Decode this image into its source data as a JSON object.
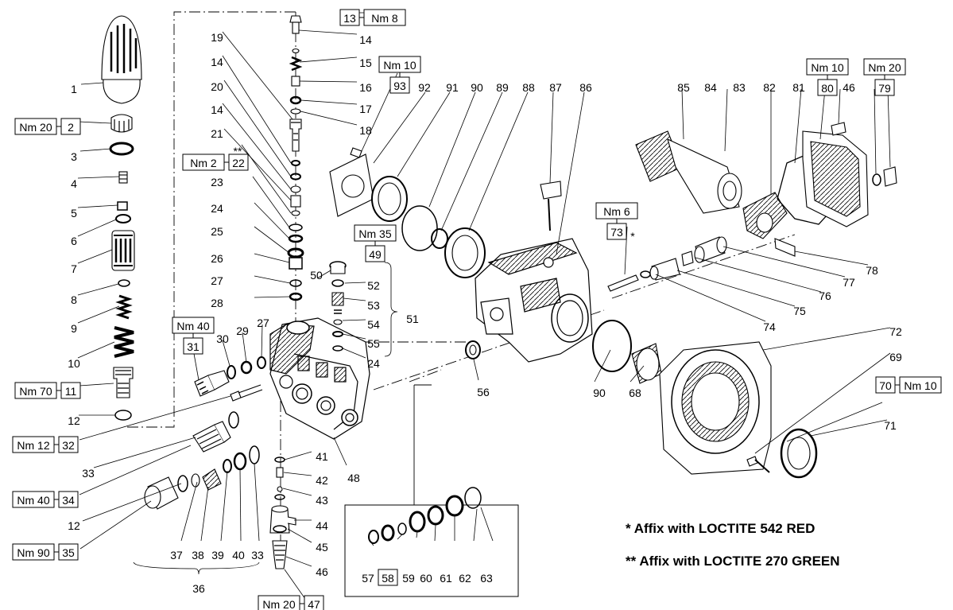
{
  "notes": {
    "red": "* Affix with LOCTITE 542 RED",
    "green": "** Affix with LOCTITE 270 GREEN"
  },
  "callouts": [
    {
      "n": "1"
    },
    {
      "n": "2",
      "boxed": true,
      "torque": "Nm 20"
    },
    {
      "n": "3"
    },
    {
      "n": "4"
    },
    {
      "n": "5"
    },
    {
      "n": "6"
    },
    {
      "n": "7"
    },
    {
      "n": "8"
    },
    {
      "n": "9"
    },
    {
      "n": "10"
    },
    {
      "n": "11",
      "boxed": true,
      "torque": "Nm 70"
    },
    {
      "n": "12"
    },
    {
      "n": "13",
      "boxed": true,
      "torque": "Nm 8"
    },
    {
      "n": "14"
    },
    {
      "n": "15"
    },
    {
      "n": "16"
    },
    {
      "n": "17"
    },
    {
      "n": "18"
    },
    {
      "n": "19"
    },
    {
      "n": "14"
    },
    {
      "n": "20"
    },
    {
      "n": "14"
    },
    {
      "n": "21"
    },
    {
      "n": "**"
    },
    {
      "n": "22",
      "boxed": true,
      "torque": "Nm 2"
    },
    {
      "n": "23"
    },
    {
      "n": "24"
    },
    {
      "n": "25"
    },
    {
      "n": "26"
    },
    {
      "n": "27"
    },
    {
      "n": "28"
    },
    {
      "n": "27"
    },
    {
      "n": "29"
    },
    {
      "n": "30"
    },
    {
      "n": "31",
      "boxed": true,
      "torque": "Nm 40"
    },
    {
      "n": "32",
      "boxed": true,
      "torque": "Nm 12"
    },
    {
      "n": "33"
    },
    {
      "n": "34",
      "boxed": true,
      "torque": "Nm 40"
    },
    {
      "n": "12"
    },
    {
      "n": "35",
      "boxed": true,
      "torque": "Nm 90"
    },
    {
      "n": "36"
    },
    {
      "n": "37"
    },
    {
      "n": "38"
    },
    {
      "n": "39"
    },
    {
      "n": "40"
    },
    {
      "n": "33"
    },
    {
      "n": "41"
    },
    {
      "n": "42"
    },
    {
      "n": "43"
    },
    {
      "n": "44"
    },
    {
      "n": "45"
    },
    {
      "n": "46"
    },
    {
      "n": "47",
      "boxed": true,
      "torque": "Nm 20"
    },
    {
      "n": "48"
    },
    {
      "n": "49",
      "boxed": true,
      "torque": "Nm 35"
    },
    {
      "n": "50"
    },
    {
      "n": "51"
    },
    {
      "n": "52"
    },
    {
      "n": "53"
    },
    {
      "n": "54"
    },
    {
      "n": "55"
    },
    {
      "n": "24"
    },
    {
      "n": "56"
    },
    {
      "n": "57"
    },
    {
      "n": "58",
      "boxed": true
    },
    {
      "n": "59"
    },
    {
      "n": "60"
    },
    {
      "n": "61"
    },
    {
      "n": "62"
    },
    {
      "n": "63"
    },
    {
      "n": "93",
      "boxed": true,
      "torque": "Nm 10"
    },
    {
      "n": "92"
    },
    {
      "n": "91"
    },
    {
      "n": "90"
    },
    {
      "n": "89"
    },
    {
      "n": "88"
    },
    {
      "n": "87"
    },
    {
      "n": "86"
    },
    {
      "n": "73",
      "boxed": true,
      "torque": "Nm 6"
    },
    {
      "n": "*"
    },
    {
      "n": "85"
    },
    {
      "n": "84"
    },
    {
      "n": "83"
    },
    {
      "n": "82"
    },
    {
      "n": "81"
    },
    {
      "n": "80",
      "boxed": true,
      "torque": "Nm 10"
    },
    {
      "n": "46"
    },
    {
      "n": "79",
      "boxed": true,
      "torque": "Nm 20"
    },
    {
      "n": "78"
    },
    {
      "n": "77"
    },
    {
      "n": "76"
    },
    {
      "n": "75"
    },
    {
      "n": "74"
    },
    {
      "n": "90"
    },
    {
      "n": "68"
    },
    {
      "n": "72"
    },
    {
      "n": "69"
    },
    {
      "n": "70",
      "boxed": true,
      "torque": "Nm 10"
    },
    {
      "n": "71"
    }
  ]
}
